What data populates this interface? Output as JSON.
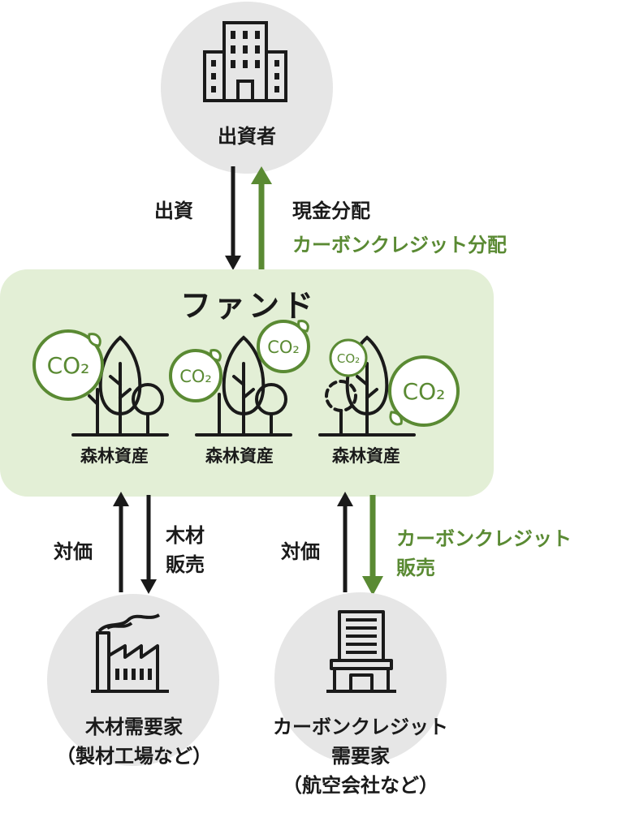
{
  "investor": {
    "label": "出資者",
    "icon": "office-building-icon"
  },
  "flows_top": {
    "invest": "出資",
    "cash": "現金分配",
    "credit": "カーボンクレジット分配"
  },
  "fund": {
    "title": "ファンド",
    "assets": [
      {
        "label": "森林資産",
        "icon": "forest-icon"
      },
      {
        "label": "森林資産",
        "icon": "forest-icon"
      },
      {
        "label": "森林資産",
        "icon": "forest-icon"
      }
    ],
    "co2_text": "CO₂"
  },
  "flows_bottom": {
    "payment_left": "対価",
    "timber_sale_1": "木材",
    "timber_sale_2": "販売",
    "payment_right": "対価",
    "credit_sale_1": "カーボンクレジット",
    "credit_sale_2": "販売"
  },
  "timber_buyer": {
    "line1": "木材需要家",
    "line2": "（製材工場など）",
    "icon": "factory-icon"
  },
  "credit_buyer": {
    "line1": "カーボンクレジット",
    "line2": "需要家",
    "line3": "（航空会社など）",
    "icon": "office-tower-icon"
  },
  "colors": {
    "green": "#5a8a33",
    "fund_bg": "#e3efd6",
    "circle_bg": "#e6e6e6",
    "arrow_black": "#1a1a1a"
  }
}
